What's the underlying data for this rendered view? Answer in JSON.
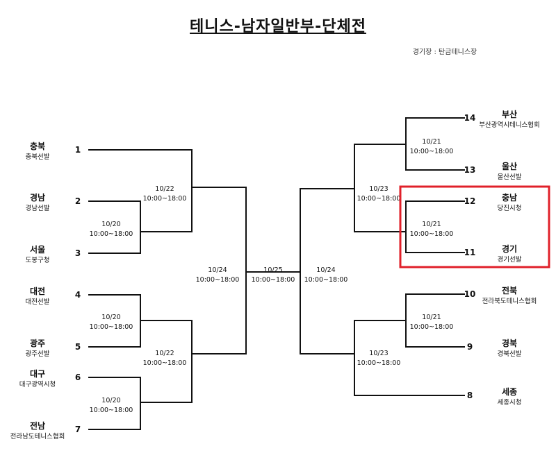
{
  "title": "테니스-남자일반부-단체전",
  "venue": "경기장 : 탄금테니스장",
  "highlight_color": "#e0202a",
  "teams": [
    {
      "seed": "1",
      "region": "충북",
      "club": "충북선발"
    },
    {
      "seed": "2",
      "region": "경남",
      "club": "경남선발"
    },
    {
      "seed": "3",
      "region": "서울",
      "club": "도봉구청"
    },
    {
      "seed": "4",
      "region": "대전",
      "club": "대전선발"
    },
    {
      "seed": "5",
      "region": "광주",
      "club": "광주선발"
    },
    {
      "seed": "6",
      "region": "대구",
      "club": "대구광역시청"
    },
    {
      "seed": "7",
      "region": "전남",
      "club": "전라남도테니스협회"
    },
    {
      "seed": "8",
      "region": "세종",
      "club": "세종시청"
    },
    {
      "seed": "9",
      "region": "경북",
      "club": "경북선발"
    },
    {
      "seed": "10",
      "region": "전북",
      "club": "전라북도테니스협회"
    },
    {
      "seed": "11",
      "region": "경기",
      "club": "경기선발"
    },
    {
      "seed": "12",
      "region": "충남",
      "club": "당진시청"
    },
    {
      "seed": "13",
      "region": "울산",
      "club": "울산선발"
    },
    {
      "seed": "14",
      "region": "부산",
      "club": "부산광역시테니스협회"
    }
  ],
  "matches": [
    {
      "date": "10/20",
      "time": "10:00~18:00"
    },
    {
      "date": "10/22",
      "time": "10:00~18:00"
    },
    {
      "date": "10/20",
      "time": "10:00~18:00"
    },
    {
      "date": "10/20",
      "time": "10:00~18:00"
    },
    {
      "date": "10/22",
      "time": "10:00~18:00"
    },
    {
      "date": "10/24",
      "time": "10:00~18:00"
    },
    {
      "date": "10/25",
      "time": "10:00~18:00"
    },
    {
      "date": "10/24",
      "time": "10:00~18:00"
    },
    {
      "date": "10/21",
      "time": "10:00~18:00"
    },
    {
      "date": "10/23",
      "time": "10:00~18:00"
    },
    {
      "date": "10/21",
      "time": "10:00~18:00"
    },
    {
      "date": "10/21",
      "time": "10:00~18:00"
    },
    {
      "date": "10/23",
      "time": "10:00~18:00"
    }
  ]
}
